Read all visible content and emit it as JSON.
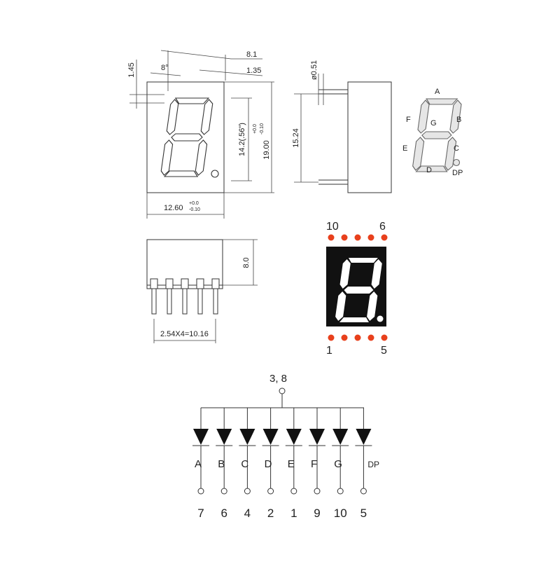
{
  "drawing": {
    "dimensions": {
      "top_width": "8.1",
      "top_offset": "1.35",
      "slant": "8°",
      "left_small": "1.45",
      "height_inch": "14.2(.56\")",
      "height_total": "19.00",
      "height_tol_plus": "+0.0",
      "height_tol_minus": "-0.10",
      "width_total": "12.60",
      "width_tol_plus": "+0.0",
      "width_tol_minus": "-0.10",
      "pin_diameter": "ø0.51",
      "pin_span": "15.24",
      "body_depth": "8.0",
      "pitch": "2.54X4=10.16"
    },
    "segment_labels": {
      "a": "A",
      "b": "B",
      "c": "C",
      "d": "D",
      "e": "E",
      "f": "F",
      "g": "G",
      "dp": "DP"
    },
    "pinout": {
      "top_left": "10",
      "top_right": "6",
      "bottom_left": "1",
      "bottom_right": "5",
      "pin_color": "#e8401c",
      "body_color": "#111111"
    },
    "schematic": {
      "common_pin": "3, 8",
      "cathodes": [
        {
          "label": "A",
          "pin": "7"
        },
        {
          "label": "B",
          "pin": "6"
        },
        {
          "label": "C",
          "pin": "4"
        },
        {
          "label": "D",
          "pin": "2"
        },
        {
          "label": "E",
          "pin": "1"
        },
        {
          "label": "F",
          "pin": "9"
        },
        {
          "label": "G",
          "pin": "10"
        },
        {
          "label": "DP",
          "pin": "5"
        }
      ]
    }
  }
}
